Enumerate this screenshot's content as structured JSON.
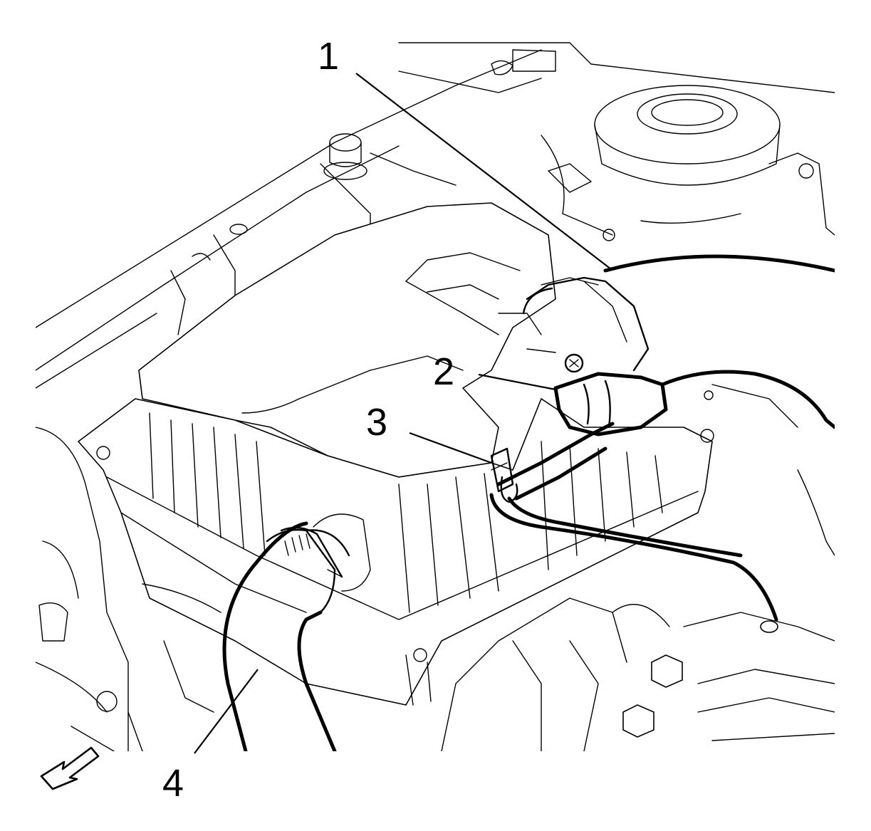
{
  "callouts": [
    {
      "id": "1",
      "label": "1"
    },
    {
      "id": "2",
      "label": "2"
    },
    {
      "id": "3",
      "label": "3"
    },
    {
      "id": "4",
      "label": "4"
    }
  ],
  "orientation_arrow": {
    "icon": "front-direction-arrow-icon"
  }
}
